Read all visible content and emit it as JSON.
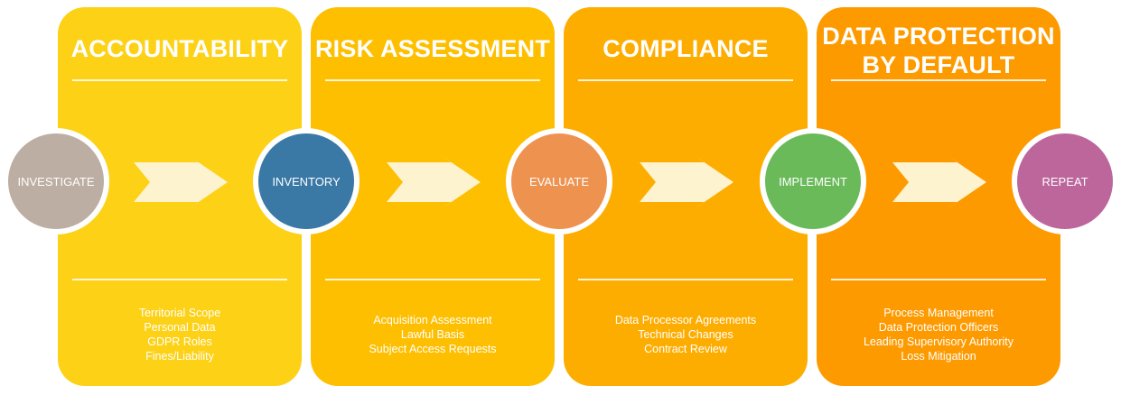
{
  "colors": {
    "panel_1": "#fcd116",
    "panel_2": "#fdbf00",
    "panel_3": "#fdad00",
    "panel_4": "#fd9a00",
    "arrow": "#fef3cf",
    "investigate": "#bcaea2",
    "inventory": "#3a78a6",
    "evaluate": "#ee9250",
    "implement": "#6aba5a",
    "repeat": "#bc669c"
  },
  "panels": [
    {
      "title": [
        "ACCOUNTABILITY"
      ],
      "items": [
        "Territorial Scope",
        "Personal Data",
        "GDPR Roles",
        "Fines/Liability"
      ]
    },
    {
      "title": [
        "RISK ASSESSMENT"
      ],
      "items": [
        "Acquisition Assessment",
        "Lawful Basis",
        "Subject Access Requests"
      ]
    },
    {
      "title": [
        "COMPLIANCE"
      ],
      "items": [
        "Data Processor Agreements",
        "Technical Changes",
        "Contract Review"
      ]
    },
    {
      "title": [
        "DATA PROTECTION",
        "BY DEFAULT"
      ],
      "items": [
        "Process Management",
        "Data Protection Officers",
        "Leading Supervisory Authority",
        "Loss Mitigation"
      ]
    }
  ],
  "steps": [
    "INVESTIGATE",
    "INVENTORY",
    "EVALUATE",
    "IMPLEMENT",
    "REPEAT"
  ]
}
